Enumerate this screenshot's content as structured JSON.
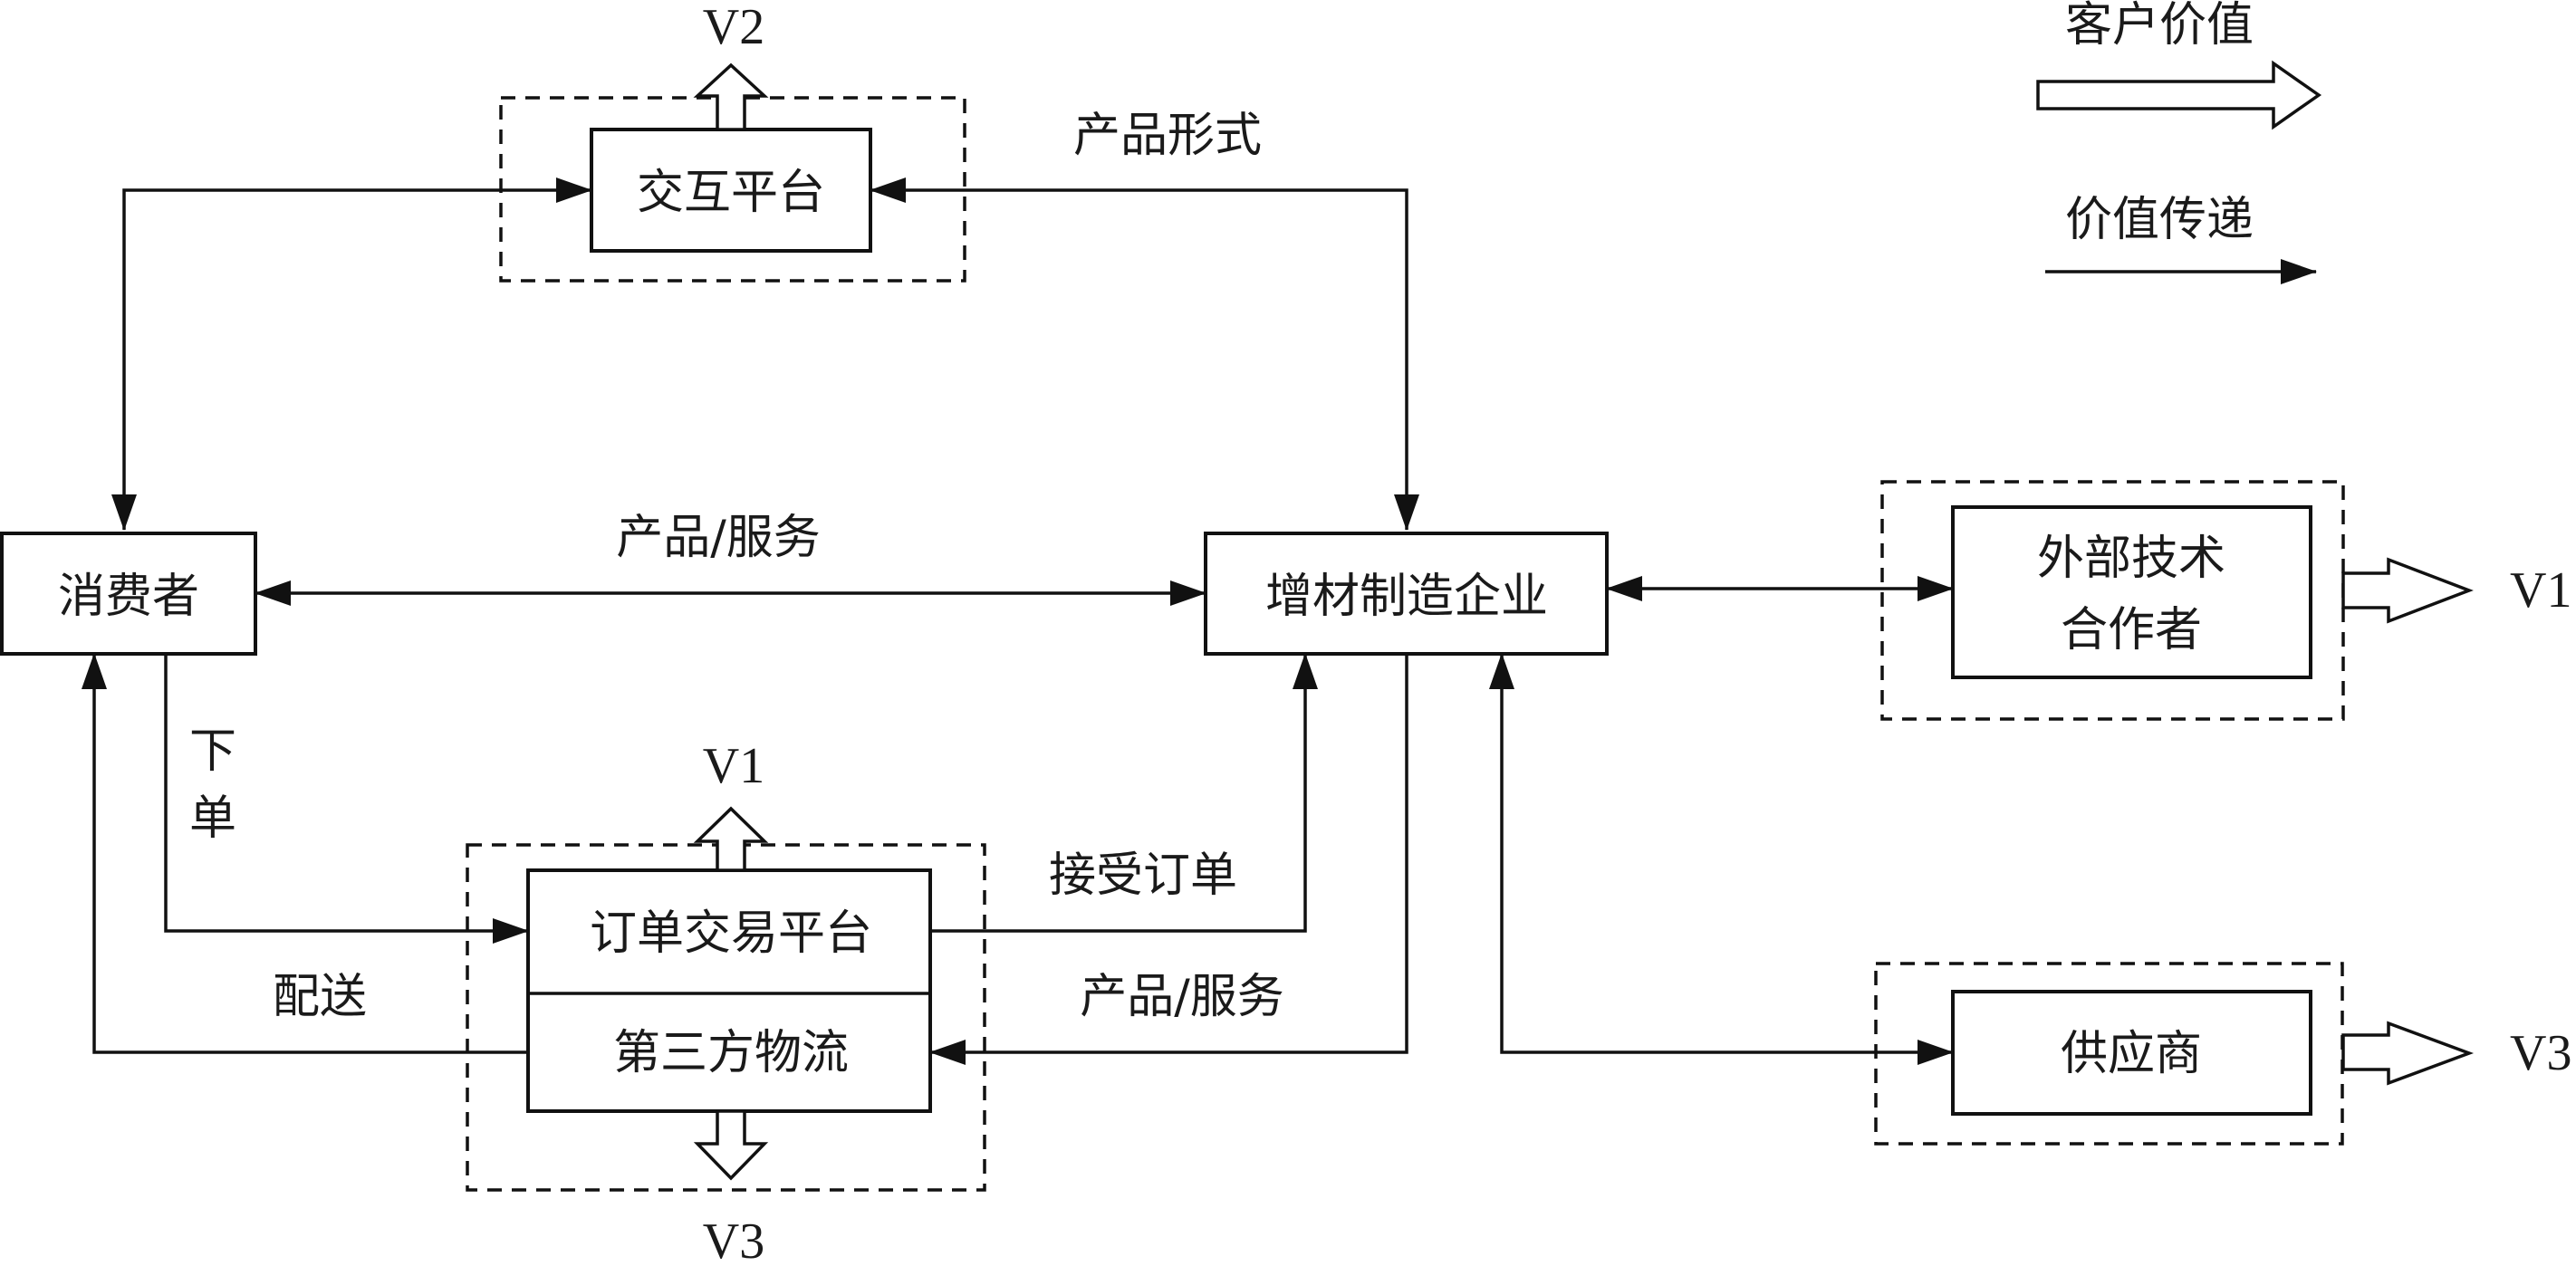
{
  "nodes": {
    "interaction_platform": "交互平台",
    "consumer": "消费者",
    "am_enterprise": "增材制造企业",
    "external_partner_line1": "外部技术",
    "external_partner_line2": "合作者",
    "supplier": "供应商",
    "order_platform": "订单交易平台",
    "logistics": "第三方物流"
  },
  "edges": {
    "product_form": "产品形式",
    "product_service_top": "产品/服务",
    "place_order_1": "下",
    "place_order_2": "单",
    "accept_order": "接受订单",
    "delivery": "配送",
    "product_service_bottom": "产品/服务"
  },
  "value_labels": {
    "v2_top": "V2",
    "v1_order": "V1",
    "v3_logistics": "V3",
    "v1_partner": "V1",
    "v3_supplier": "V3"
  },
  "legend": {
    "customer_value": "客户价值",
    "value_transfer": "价值传递"
  }
}
